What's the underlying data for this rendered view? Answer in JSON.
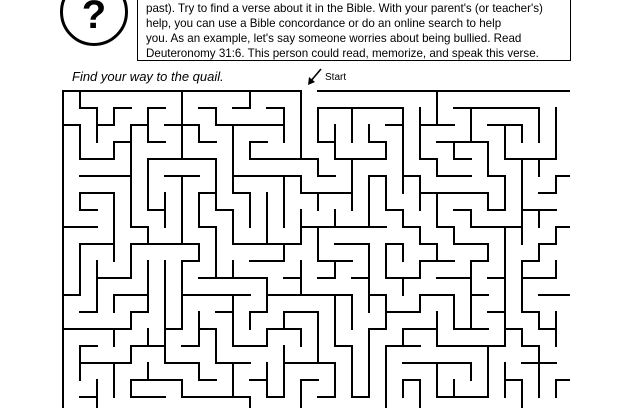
{
  "badge": {
    "symbol": "?"
  },
  "instructions": {
    "lines": [
      "past). Try to find a verse about it in the Bible. With your parent's (or teacher's)",
      "help, you can use a Bible concordance or do an online search to help",
      "you. As an example, let's say someone worries about being bullied. Read",
      "Deuteronomy 31:6. This person could read, memorize, and speak this verse."
    ]
  },
  "maze": {
    "caption": "Find your way to the quail.",
    "start_label": "Start",
    "start_arrow_icon": "arrow-down-left-icon",
    "columns": 30,
    "rows": 19,
    "wall_color": "#000000",
    "background_color": "#ffffff"
  }
}
